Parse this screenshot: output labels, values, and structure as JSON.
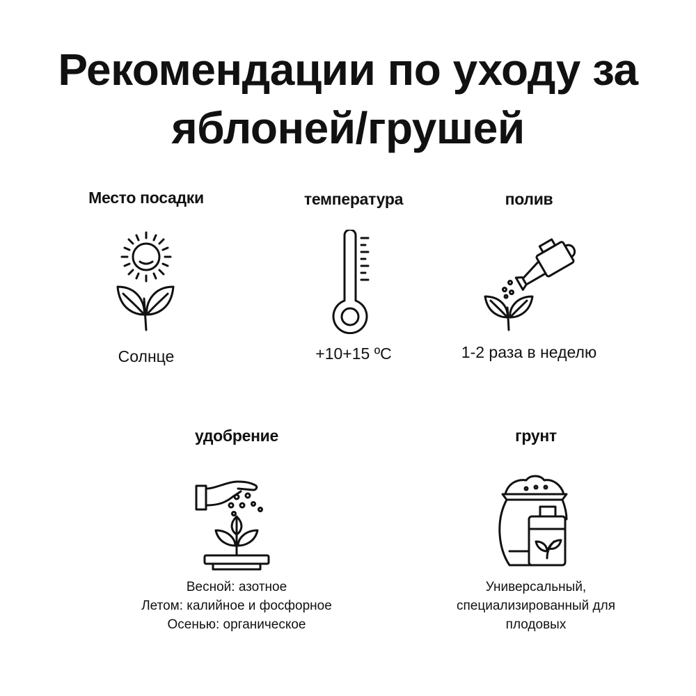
{
  "title": {
    "line1": "Рекомендации по уходу за",
    "line2": "яблоней/грушей"
  },
  "cards": {
    "location": {
      "title": "Место посадки",
      "value": "Солнце",
      "icon": "sun-plant-icon"
    },
    "temperature": {
      "title": "температура",
      "value": "+10+15 ºC",
      "icon": "thermometer-icon"
    },
    "watering": {
      "title": "полив",
      "value": "1-2 раза в неделю",
      "icon": "watering-can-icon"
    },
    "fertilizer": {
      "title": "удобрение",
      "lines": [
        "Весной: азотное",
        "Летом: калийное и фосфорное",
        "Осенью: органическое"
      ],
      "icon": "hand-fertilizer-icon"
    },
    "soil": {
      "title": "грунт",
      "lines": [
        "Универсальный,",
        "специализированный для",
        "плодовых"
      ],
      "icon": "soil-bag-icon"
    }
  }
}
